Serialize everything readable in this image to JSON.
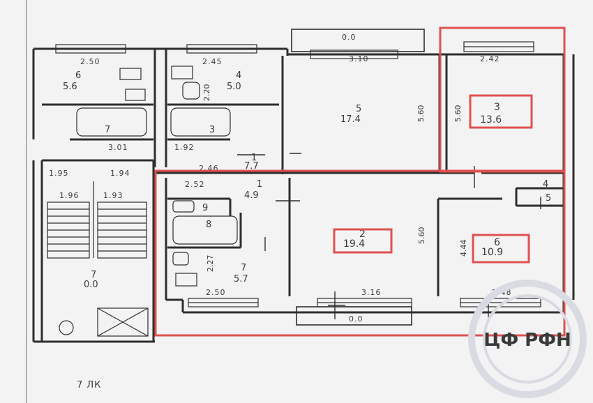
{
  "colors": {
    "highlight": "#e05050",
    "wall": "#2e2e2e",
    "paper": "#f3f3f4",
    "watermark": "#d9dbe3"
  },
  "rooms": {
    "r6_left": {
      "num": "6",
      "area": "5.6",
      "dim_top": "2.50"
    },
    "r4_left": {
      "num": "4",
      "area": "5.0",
      "dim_top": "2.45",
      "dim_side": "2.20"
    },
    "bath7": {
      "num": "7",
      "dim": "3.01"
    },
    "bath3": {
      "num": "3",
      "dim": "1.92"
    },
    "hall1": {
      "num": "1",
      "area": "7.7",
      "dim": "2.46"
    },
    "room5": {
      "num": "5",
      "area": "17.4",
      "dim_top": "3.10",
      "dim_side": "5.60"
    },
    "room3": {
      "num": "3",
      "area": "13.6",
      "dim_top": "2.42",
      "dim_side": "5.60"
    },
    "stairs": {
      "d1": "1.95",
      "d2": "1.94",
      "d3": "1.96",
      "d4": "1.93",
      "num": "7",
      "area": "0.0"
    },
    "hall_low": {
      "num": "1",
      "area": "4.9",
      "dim": "2.52"
    },
    "wc9": {
      "num": "9"
    },
    "bath8": {
      "num": "8"
    },
    "kitchen7": {
      "num": "7",
      "area": "5.7",
      "dim_side": "2.27",
      "dim_bottom": "2.50"
    },
    "room2": {
      "num": "2",
      "area": "19.4",
      "dim_side": "5.60",
      "dim_bottom": "3.16"
    },
    "room6": {
      "num": "6",
      "area": "10.9",
      "dim_side": "4.44",
      "dim_bottom": "2.48"
    },
    "closet4": {
      "num": "4"
    },
    "closet5": {
      "num": "5"
    },
    "balcony_top": {
      "label": "0.0"
    },
    "balcony_bottom": {
      "label": "0.0"
    }
  },
  "footer": {
    "label": "7 ЛК"
  },
  "watermark": {
    "letters": "ЦФ РФН"
  }
}
